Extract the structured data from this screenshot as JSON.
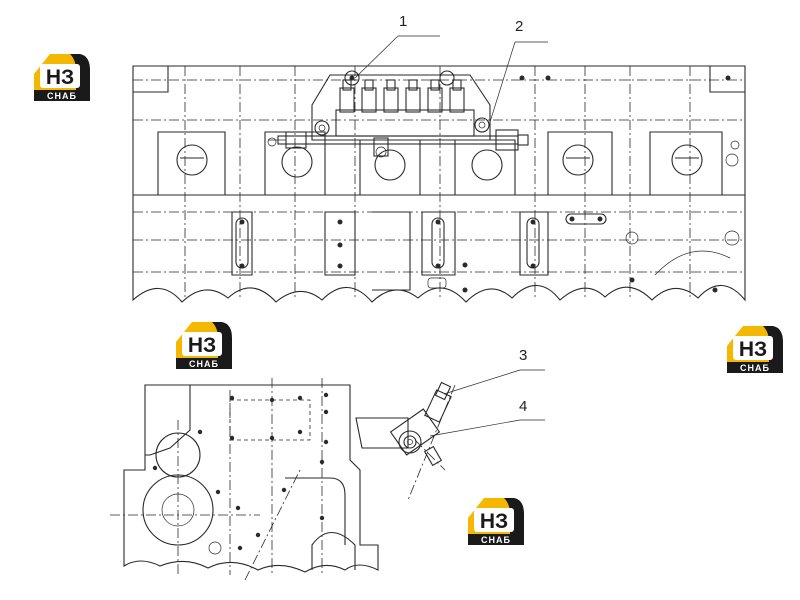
{
  "logo": {
    "mark": "НЗ",
    "caption": "СНАБ",
    "colors": {
      "yellow": "#f5b800",
      "dark": "#1a1a1a",
      "light": "#ffffff"
    }
  },
  "callouts": {
    "c1": "1",
    "c2": "2",
    "c3": "3",
    "c4": "4"
  },
  "colors": {
    "line": "#2a2a2a",
    "background": "#ffffff"
  }
}
